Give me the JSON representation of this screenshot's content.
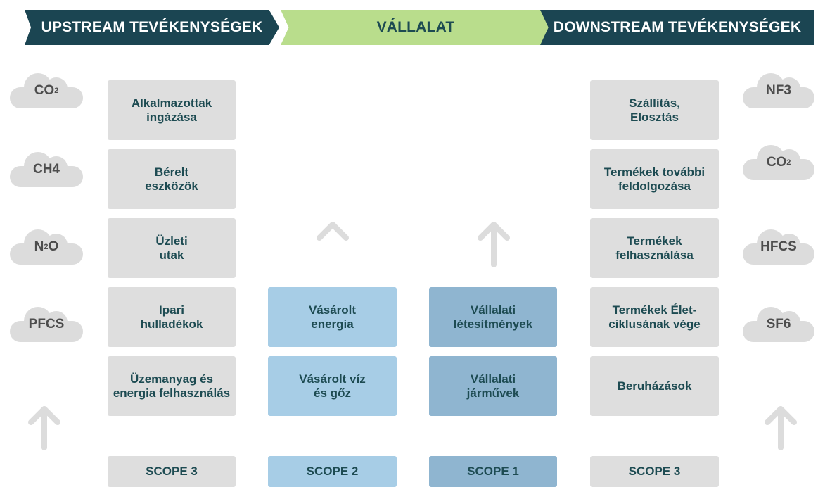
{
  "header": {
    "upstream": "UPSTREAM TEVÉKENYSÉGEK",
    "company": "VÁLLALAT",
    "downstream": "DOWNSTREAM TEVÉKENYSÉGEK"
  },
  "upstream_boxes": [
    "Alkalmazottak\ningázása",
    "Bérelt\neszközök",
    "Üzleti\nutak",
    "Ipari\nhulladékok",
    "Üzemanyag és\nenergia felhasználás"
  ],
  "scope2_boxes": [
    "Vásárolt\nenergia",
    "Vásárolt víz\nés gőz"
  ],
  "scope1_boxes": [
    "Vállalati\nlétesítmények",
    "Vállalati\njárművek"
  ],
  "downstream_boxes": [
    "Szállítás,\nElosztás",
    "Termékek további\nfeldolgozása",
    "Termékek\nfelhasználása",
    "Termékek Élet-\nciklusának vége",
    "Beruházások"
  ],
  "scopes": {
    "upstream": "SCOPE 3",
    "scope2": "SCOPE 2",
    "scope1": "SCOPE 1",
    "downstream": "SCOPE 3"
  },
  "clouds_left": [
    {
      "base": "CO",
      "sub": "2",
      "post": ""
    },
    {
      "base": "CH4",
      "sub": "",
      "post": ""
    },
    {
      "base": "N",
      "sub": "2",
      "post": "O"
    },
    {
      "base": "PFCS",
      "sub": "",
      "post": ""
    }
  ],
  "clouds_right": [
    {
      "base": "NF3",
      "sub": "",
      "post": ""
    },
    {
      "base": "CO",
      "sub": "2",
      "post": ""
    },
    {
      "base": "HFCS",
      "sub": "",
      "post": ""
    },
    {
      "base": "SF6",
      "sub": "",
      "post": ""
    }
  ],
  "colors": {
    "dark_teal": "#1b4552",
    "green": "#b9dd8c",
    "grey": "#dedede",
    "light_blue": "#a7cde6",
    "mid_blue": "#8fb5d0",
    "arrow": "#dcdcdc"
  }
}
